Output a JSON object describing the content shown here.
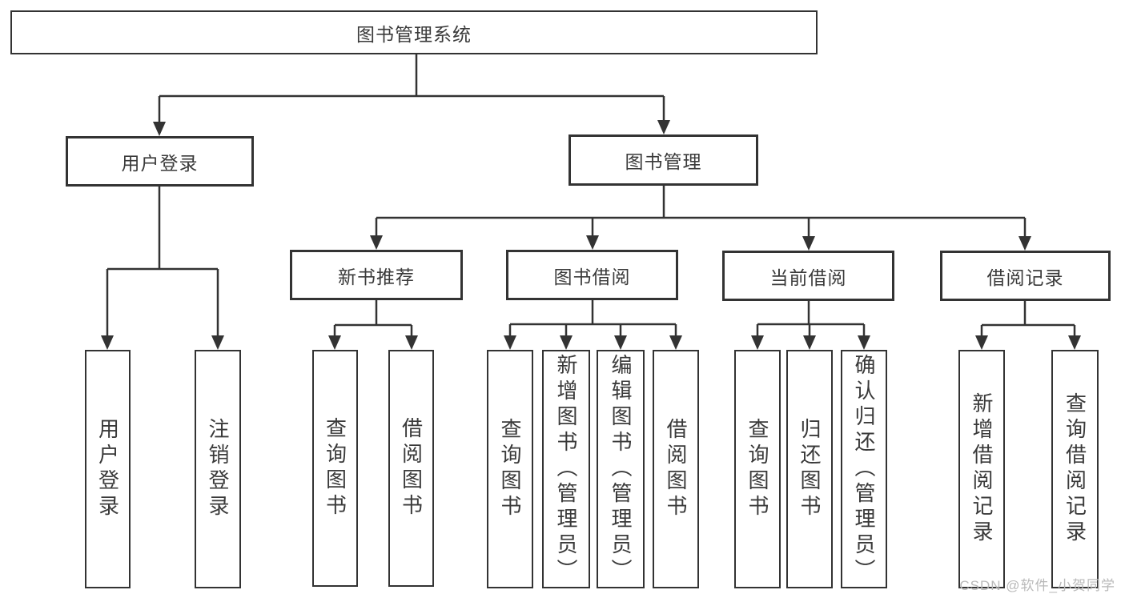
{
  "diagram": {
    "title": "图书管理系统",
    "level2": {
      "user_login": "用户登录",
      "book_mgmt": "图书管理"
    },
    "level3": {
      "new_book": "新书推荐",
      "book_borrow": "图书借阅",
      "current_borrow": "当前借阅",
      "borrow_record": "借阅记录"
    },
    "leaves": {
      "user_login": [
        "用户登录",
        "注销登录"
      ],
      "new_book": [
        "查询图书",
        "借阅图书"
      ],
      "book_borrow": [
        "查询图书",
        "新增图书（管理员）",
        "编辑图书（管理员）",
        "借阅图书"
      ],
      "current_borrow": [
        "查询图书",
        "归还图书",
        "确认归还（管理员）"
      ],
      "borrow_record": [
        "新增借阅记录",
        "查询借阅记录"
      ]
    }
  },
  "watermark": {
    "text": "CSDN @软件_小贺同学"
  },
  "colors": {
    "line": "#333333",
    "text": "#3a3a3a",
    "background": "#ffffff",
    "watermark": "#b9b9b9"
  }
}
